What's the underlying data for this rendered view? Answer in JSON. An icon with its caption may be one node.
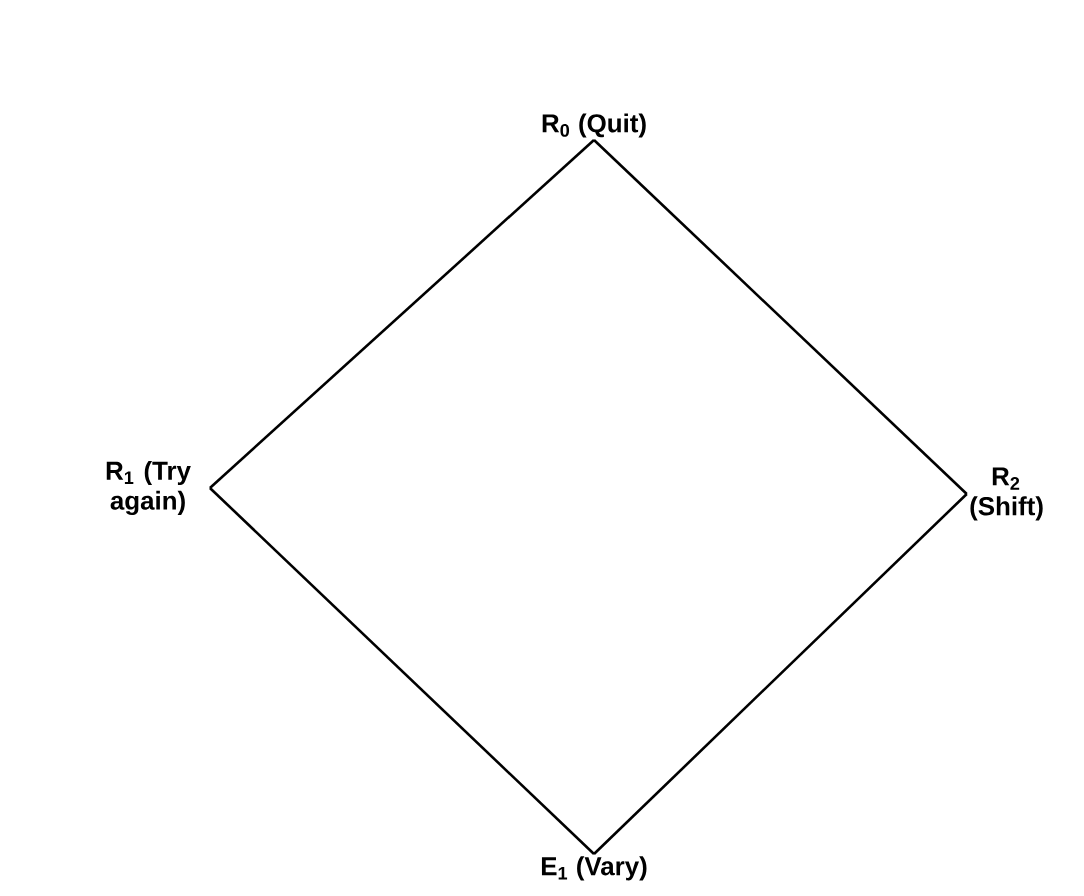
{
  "diagram": {
    "nodes": [
      {
        "text": [
          "R$_{0}$ (Quit)"
        ]
      },
      {
        "text": [
          "R$_{1}$ (Try again)"
        ]
      },
      {
        "text": [
          "R$_{2}$ (Shift)"
        ]
      },
      {
        "text": [
          "E$_{1}$ (Vary)"
        ]
      }
    ],
    "edges": [
      {
        "from": 0,
        "to": 1,
        "arrow": "none"
      },
      {
        "from": 0,
        "to": 2,
        "arrow": "none"
      },
      {
        "from": 1,
        "to": 3,
        "arrow": "none"
      },
      {
        "from": 2,
        "to": 3,
        "arrow": "none"
      }
    ]
  }
}
